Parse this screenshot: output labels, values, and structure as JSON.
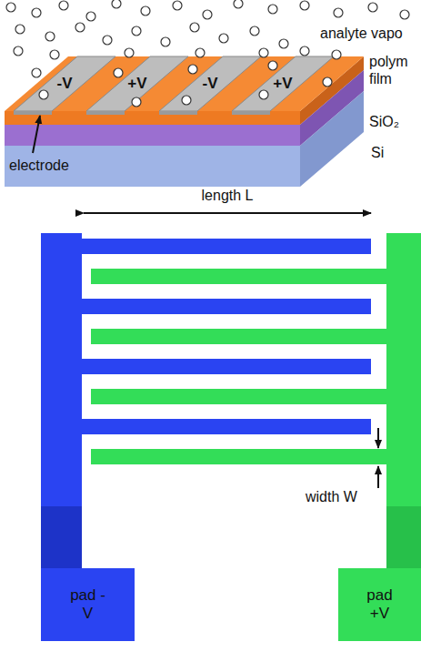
{
  "diagram": {
    "nodes": [
      {
        "text": [
          "-V"
        ]
      },
      {
        "text": [
          "+V"
        ]
      },
      {
        "text": [
          "-V"
        ]
      },
      {
        "text": [
          "+V"
        ]
      },
      {
        "text": [
          "pad -V"
        ]
      },
      {
        "text": [
          "pad +V"
        ]
      }
    ],
    "labels": [
      "analyte vapo",
      "polym film",
      "SiO₂",
      "Si",
      "electrode",
      "length L",
      "width W"
    ]
  }
}
